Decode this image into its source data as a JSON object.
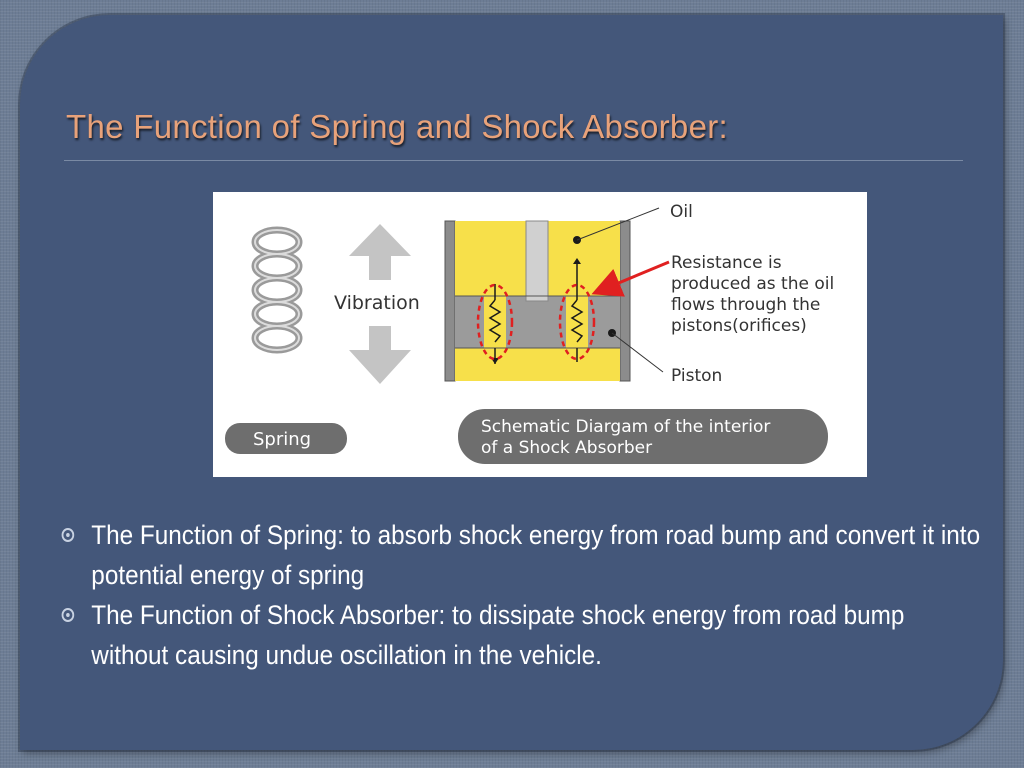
{
  "slide": {
    "title": "The Function of Spring and Shock Absorber:"
  },
  "diagram": {
    "vibration_label": "Vibration",
    "spring_badge": "Spring",
    "oil_label": "Oil",
    "resistance_lines": [
      "Resistance is",
      "produced as the oil",
      "flows through the",
      "pistons(orifices)"
    ],
    "piston_label": "Piston",
    "caption_lines": [
      "Schematic Diargam of the interior",
      "of a Shock Absorber"
    ]
  },
  "bullets": [
    "The Function of Spring: to absorb shock energy from road bump and convert it into potential energy of spring",
    "The Function of Shock Absorber: to  dissipate shock energy from road bump without causing undue oscillation in the vehicle."
  ],
  "colors": {
    "background": "#6d7d95",
    "panel": "#44577a",
    "title": "#e8a27a",
    "oil_yellow": "#f7e04a",
    "resistance_arrow": "#e02020"
  }
}
